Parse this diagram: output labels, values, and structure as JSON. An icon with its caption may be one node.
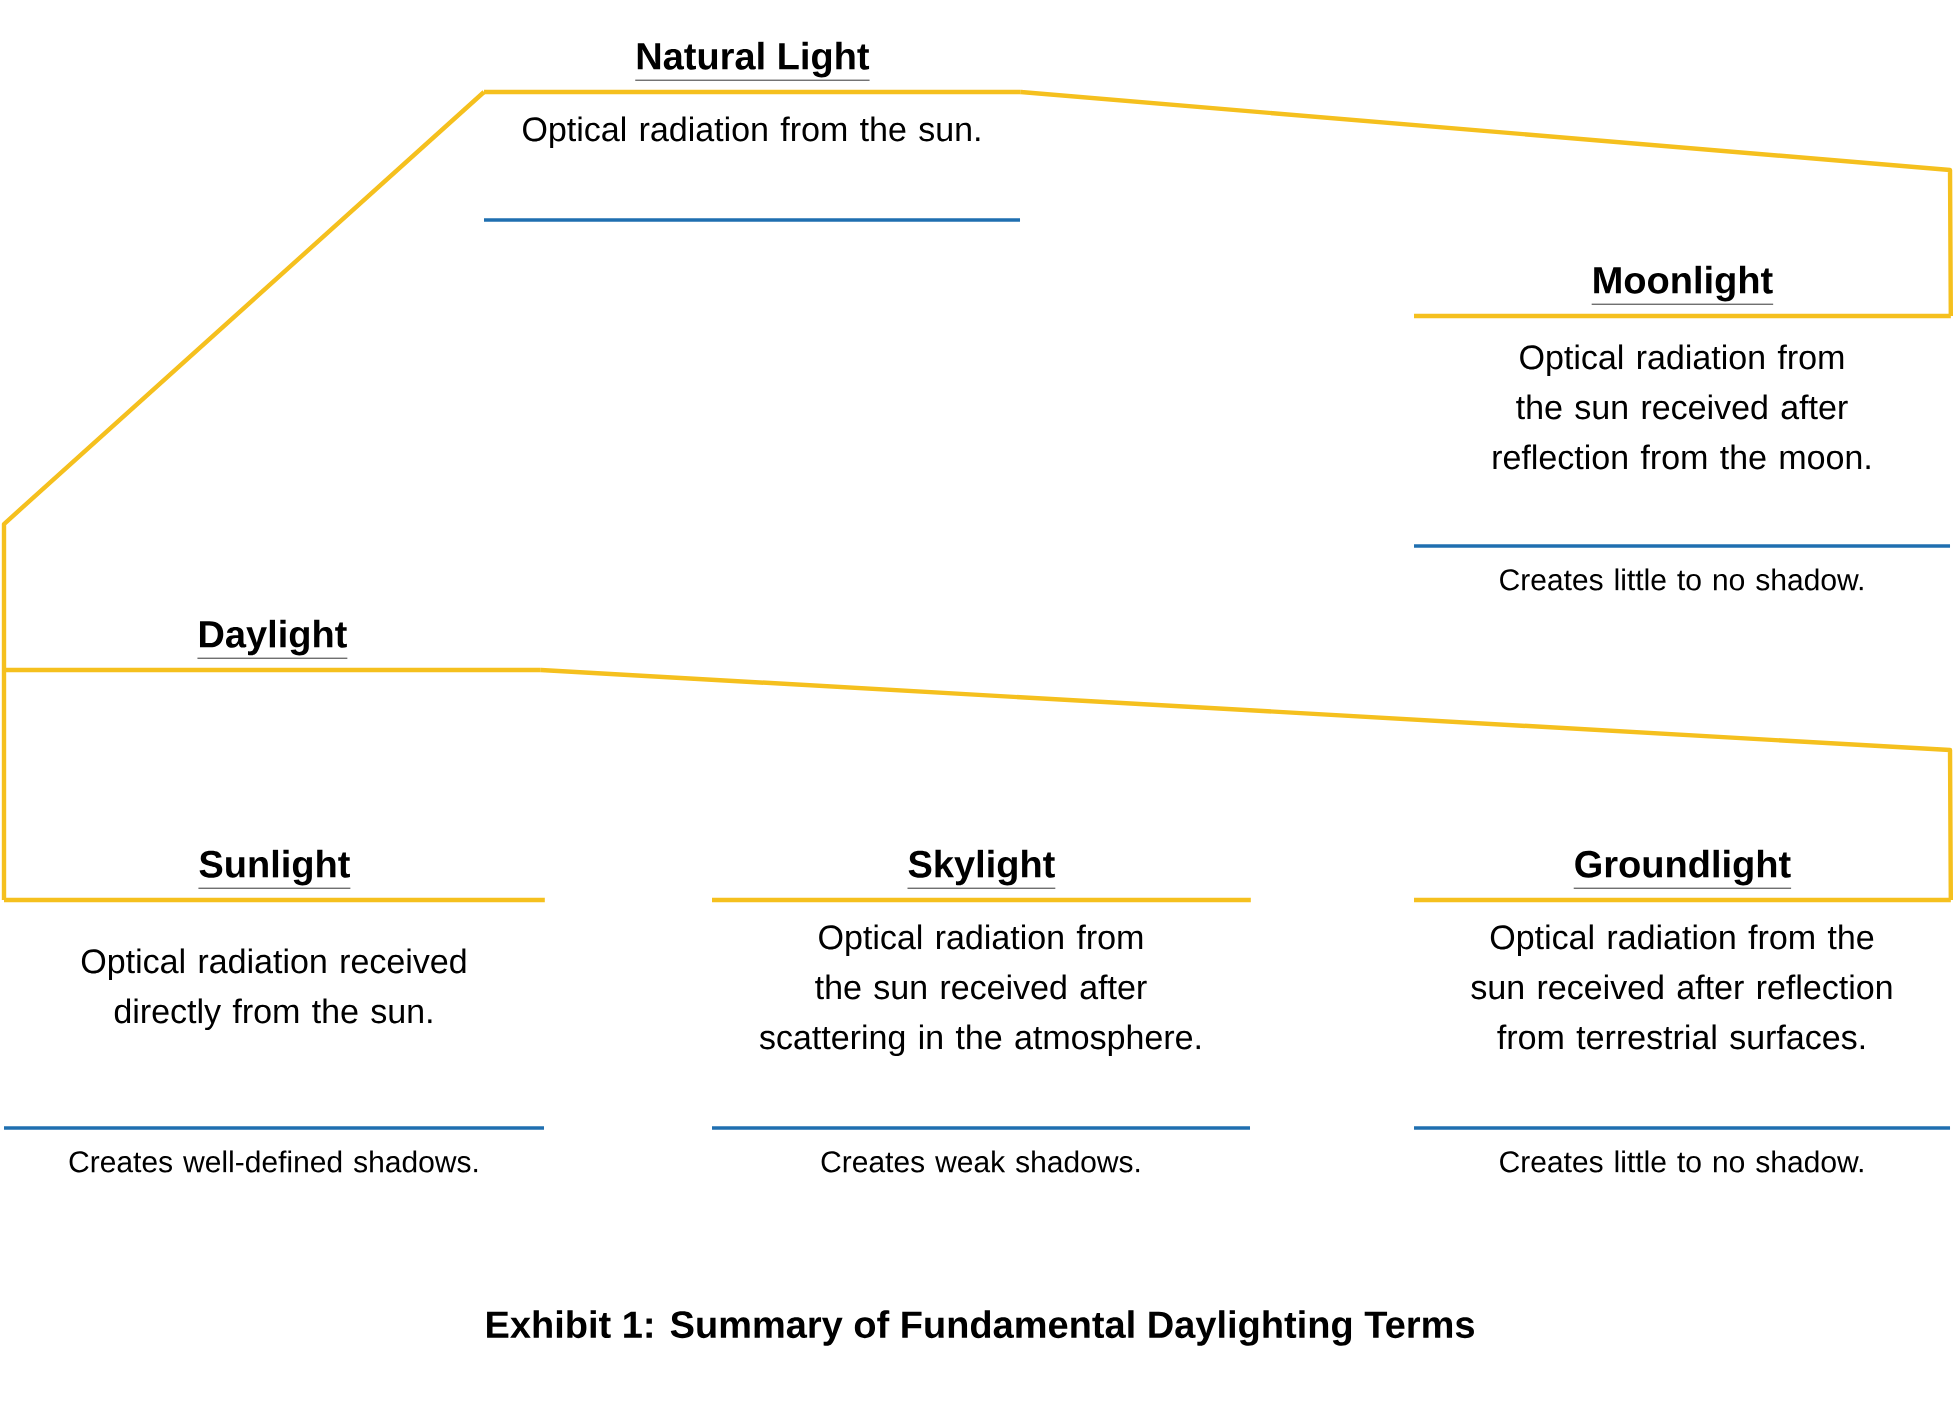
{
  "diagram": {
    "caption": "Exhibit 1:  Summary of Fundamental Daylighting Terms",
    "nodes": [
      {
        "text": [
          "Natural Light",
          "Optical radiation from the sun."
        ]
      },
      {
        "text": [
          "Moonlight",
          "Optical radiation from the sun received after reflection from the moon.",
          "Creates little to no shadow."
        ]
      },
      {
        "text": [
          "Daylight"
        ]
      },
      {
        "text": [
          "Sunlight",
          "Optical radiation received directly from the sun.",
          "Creates well-defined shadows."
        ]
      },
      {
        "text": [
          "Skylight",
          "Optical radiation from the sun received after scattering in the atmosphere.",
          "Creates weak shadows."
        ]
      },
      {
        "text": [
          "Groundlight",
          "Optical radiation from the sun received after reflection from terrestrial surfaces.",
          "Creates little to no shadow."
        ]
      }
    ],
    "edges": [
      {
        "from": 0,
        "to": 2,
        "arrow": "none"
      },
      {
        "from": 0,
        "to": 1,
        "arrow": "none"
      },
      {
        "from": 2,
        "to": 3,
        "arrow": "none"
      },
      {
        "from": 2,
        "to": 5,
        "arrow": "none"
      }
    ]
  }
}
